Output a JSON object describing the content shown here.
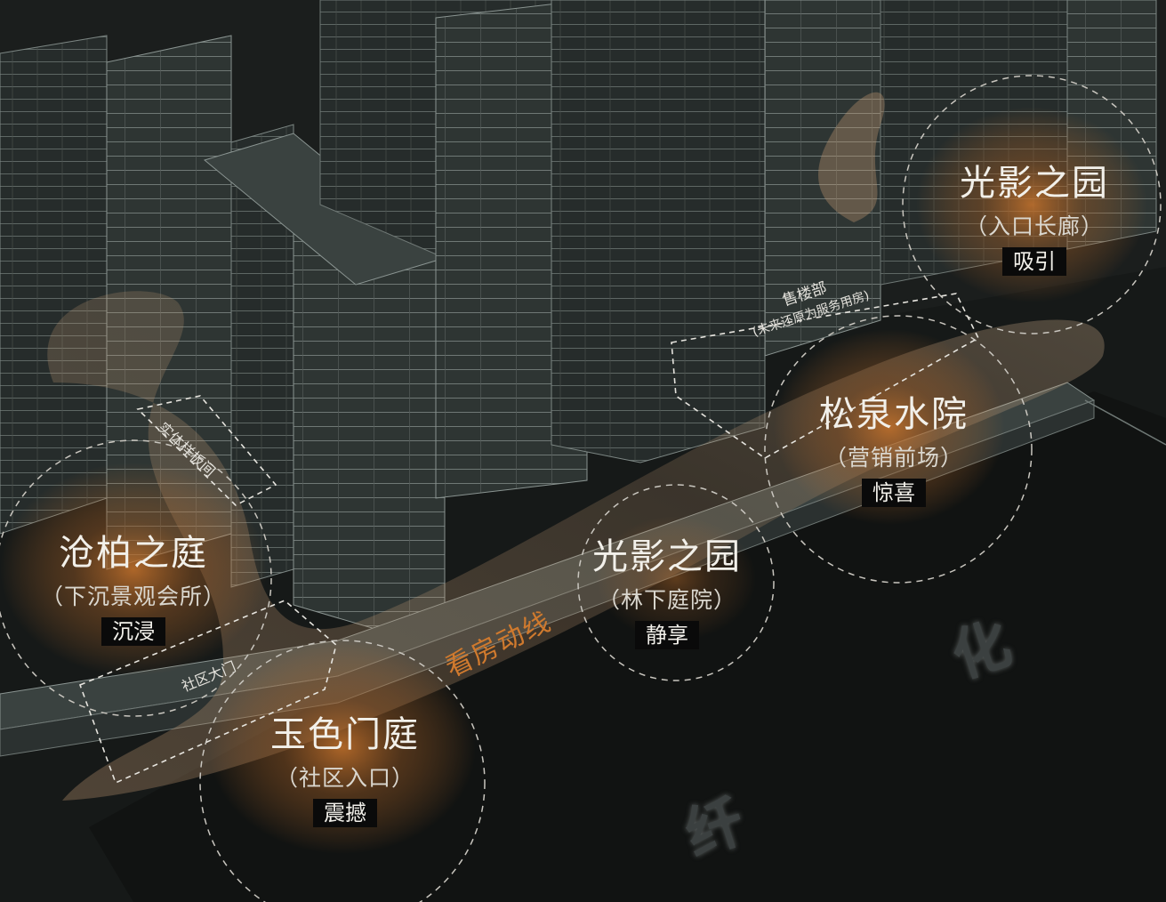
{
  "diagram": {
    "colors": {
      "background": "#1b1e1d",
      "glow": "#c8742c",
      "flow_band": "#c59b74",
      "accent_text": "#d07a2e",
      "tag_bg": "#0a0a0a"
    },
    "nodes": [
      {
        "id": "guangying-top",
        "title": "光影之园",
        "subtitle": "（入口长廊）",
        "tag": "吸引"
      },
      {
        "id": "songquan",
        "title": "松泉水院",
        "subtitle": "（营销前场）",
        "tag": "惊喜"
      },
      {
        "id": "guangying-mid",
        "title": "光影之园",
        "subtitle": "（林下庭院）",
        "tag": "静享"
      },
      {
        "id": "cangbai",
        "title": "沧柏之庭",
        "subtitle": "（下沉景观会所）",
        "tag": "沉浸"
      },
      {
        "id": "yuse",
        "title": "玉色门庭",
        "subtitle": "（社区入口）",
        "tag": "震撼"
      }
    ],
    "zone_labels": {
      "sales_office": "售楼部",
      "sales_office_note": "(未来还原为服务用房)",
      "model_room": "实体样板间",
      "community_gate": "社区大门"
    },
    "flow_label": "看房动线",
    "watermarks": [
      "化",
      "纤"
    ]
  }
}
